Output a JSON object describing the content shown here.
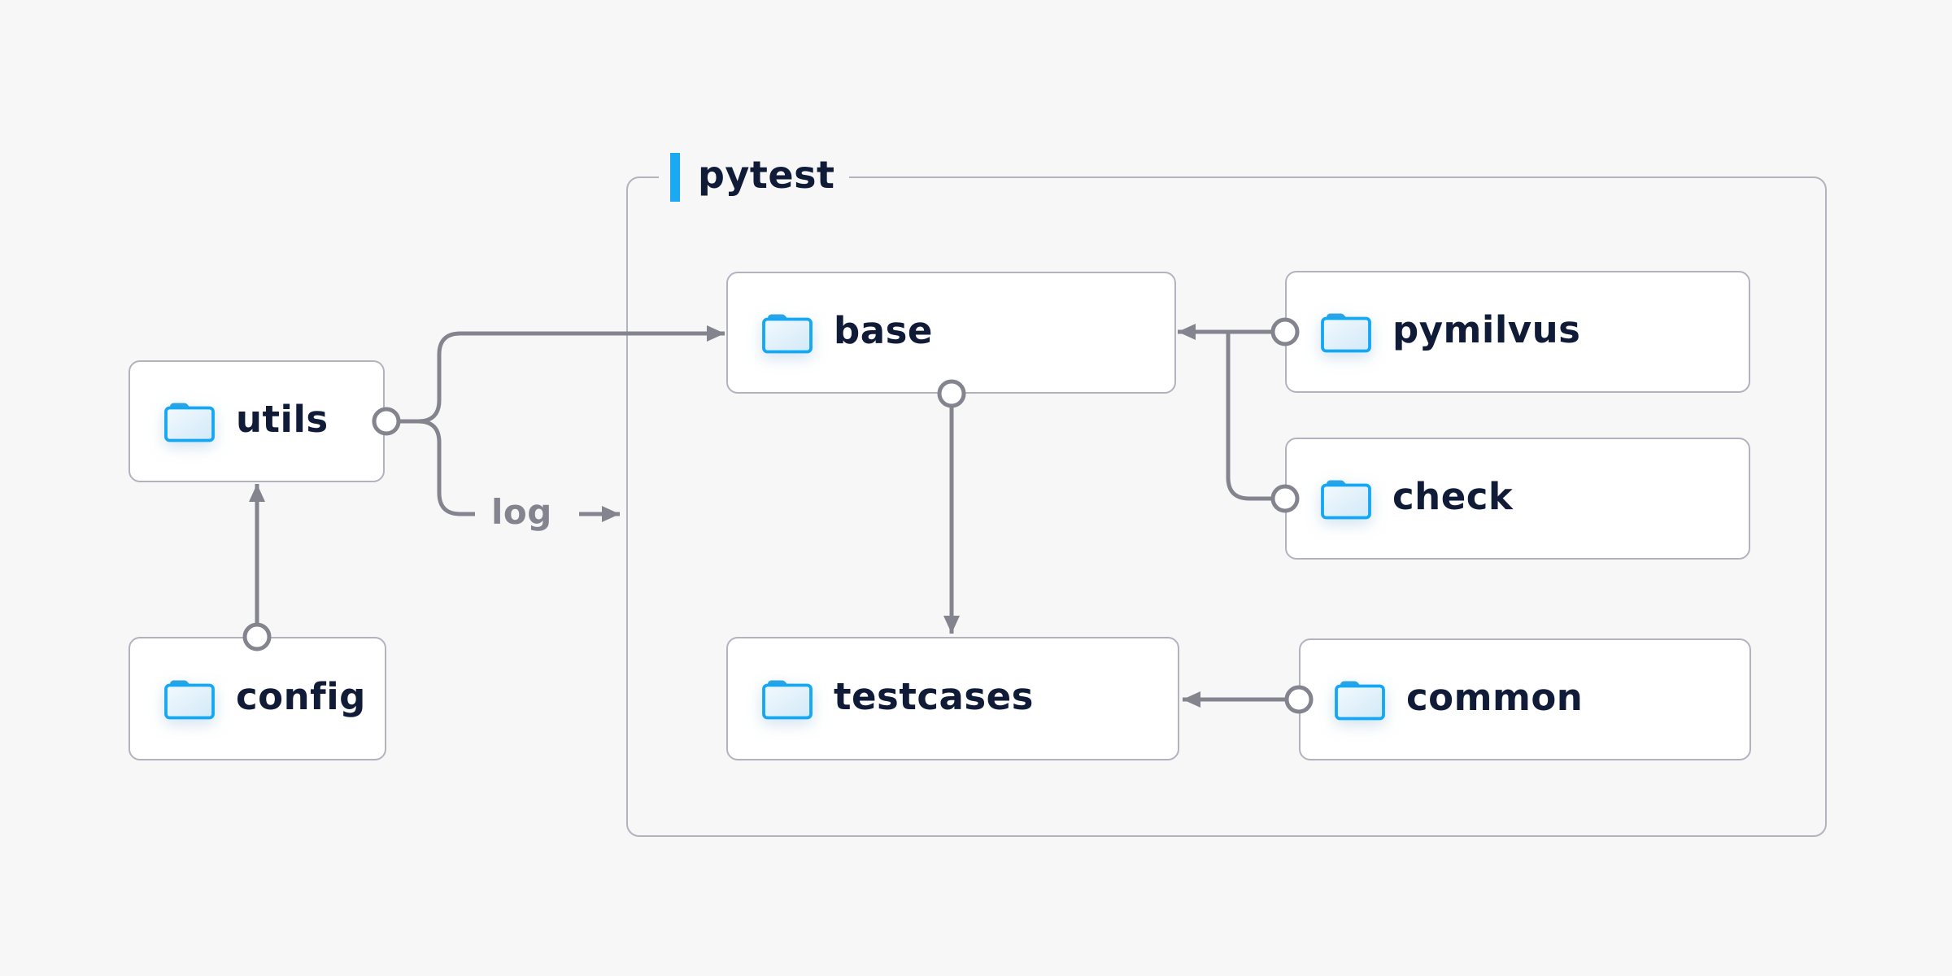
{
  "diagram": {
    "container_label": "pytest",
    "log_label": "log",
    "nodes": [
      {
        "id": "utils",
        "label": "utils",
        "icon": "folder-icon"
      },
      {
        "id": "config",
        "label": "config",
        "icon": "folder-icon"
      },
      {
        "id": "base",
        "label": "base",
        "icon": "folder-icon"
      },
      {
        "id": "pymilvus",
        "label": "pymilvus",
        "icon": "folder-icon"
      },
      {
        "id": "check",
        "label": "check",
        "icon": "folder-icon"
      },
      {
        "id": "testcases",
        "label": "testcases",
        "icon": "folder-icon"
      },
      {
        "id": "common",
        "label": "common",
        "icon": "folder-icon"
      }
    ],
    "edges": [
      {
        "from": "config",
        "to": "utils"
      },
      {
        "from": "utils",
        "to": "base"
      },
      {
        "from": "utils",
        "to": "log",
        "label": "log"
      },
      {
        "from": "pymilvus",
        "to": "base"
      },
      {
        "from": "check",
        "to": "base"
      },
      {
        "from": "base",
        "to": "testcases"
      },
      {
        "from": "common",
        "to": "testcases"
      }
    ],
    "colors": {
      "background": "#f7f7f8",
      "node_fill": "#ffffff",
      "node_border": "#b3b3c0",
      "container_border": "#b3b3c0",
      "connector": "#84848f",
      "text": "#101b38",
      "muted_text": "#84848f",
      "accent_blue": "#1ba9f2",
      "folder_blue": "#14a7f3"
    }
  }
}
